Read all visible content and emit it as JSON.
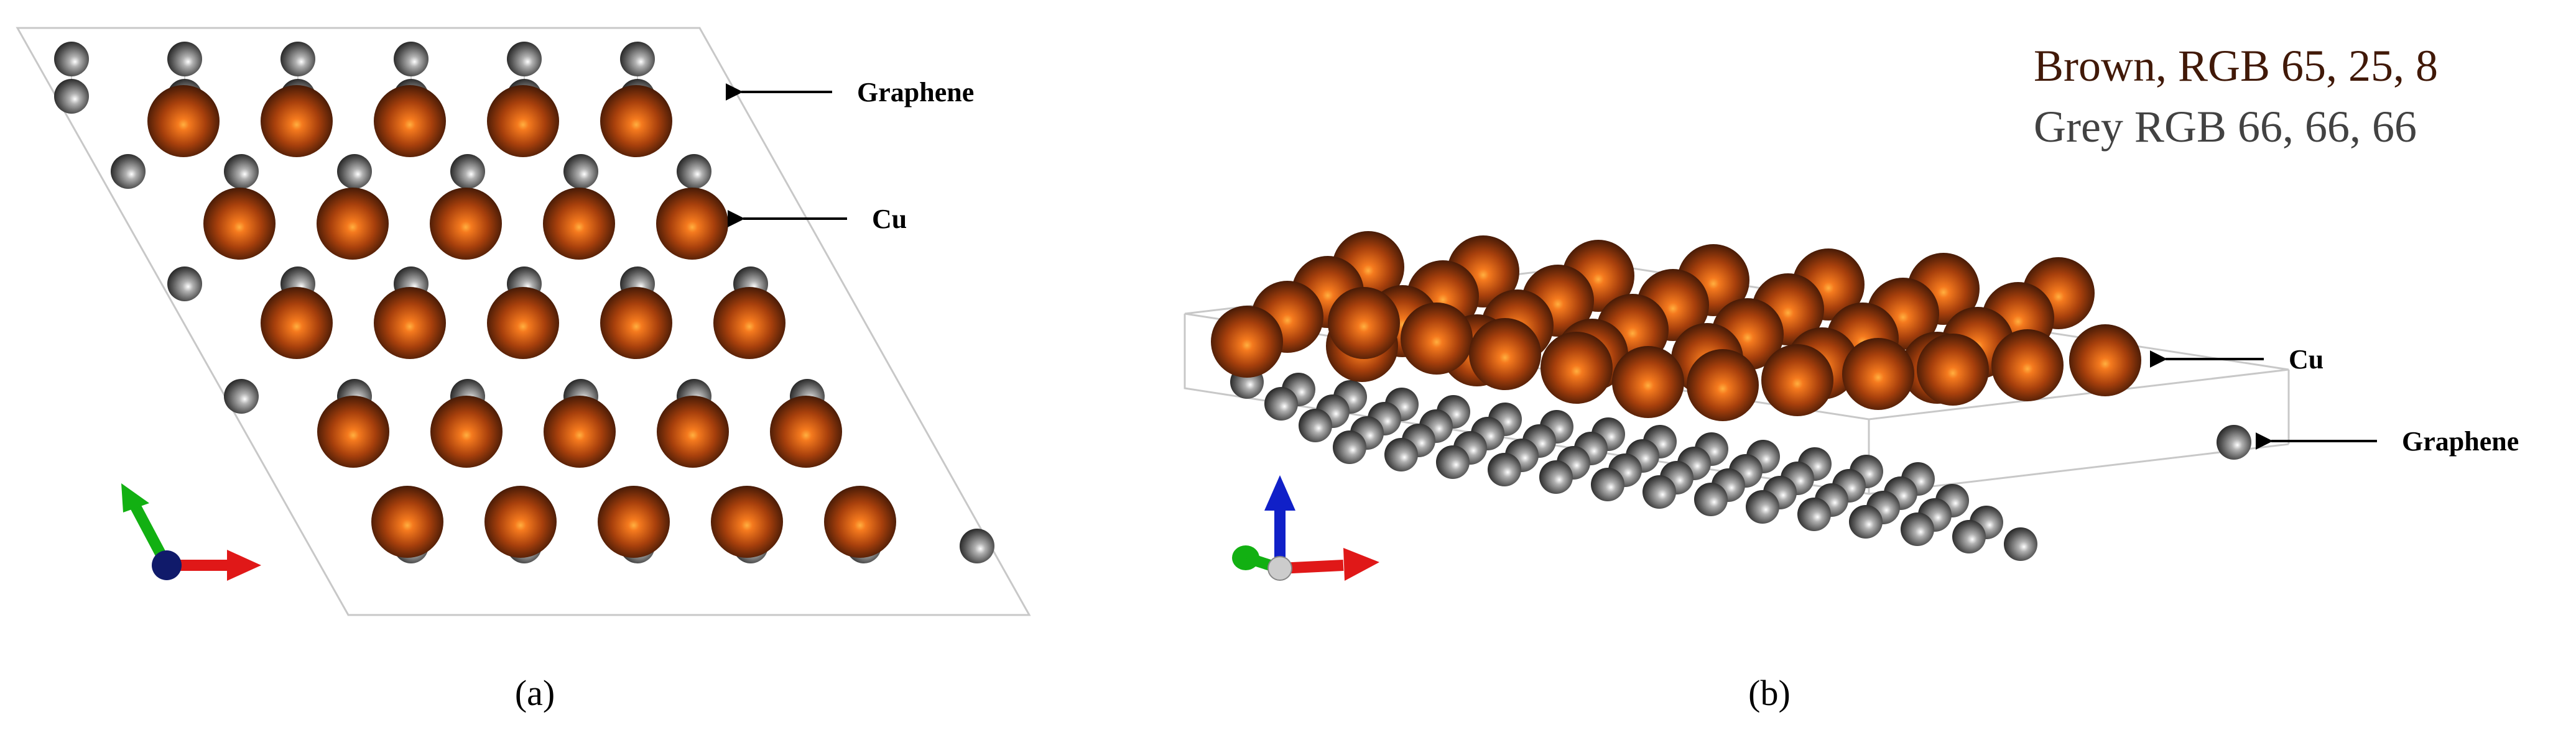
{
  "panel_a": {
    "caption": "(a)",
    "label_graphene": "Graphene",
    "label_cu": "Cu"
  },
  "panel_b": {
    "caption": "(b)",
    "label_cu": "Cu",
    "label_graphene": "Graphene"
  },
  "legend": {
    "brown_text": "Brown, RGB 65, 25, 8",
    "grey_text": "Grey RGB 66, 66, 66",
    "brown_color": "#411908",
    "grey_color": "#424242"
  },
  "colors": {
    "cu_highlight": "#f57a1e",
    "cu_mid": "#b8480e",
    "cu_dark": "#411908",
    "c_highlight": "#ffffff",
    "c_mid": "#7a7a7a",
    "c_dark": "#2a2a2a",
    "axis_x": "#e01818",
    "axis_y": "#12b012",
    "axis_z": "#1020c8",
    "axis_origin_a": "#101a6a",
    "axis_origin_b": "#cccccc",
    "cell_line": "#c8c8c8",
    "text": "#000000"
  }
}
